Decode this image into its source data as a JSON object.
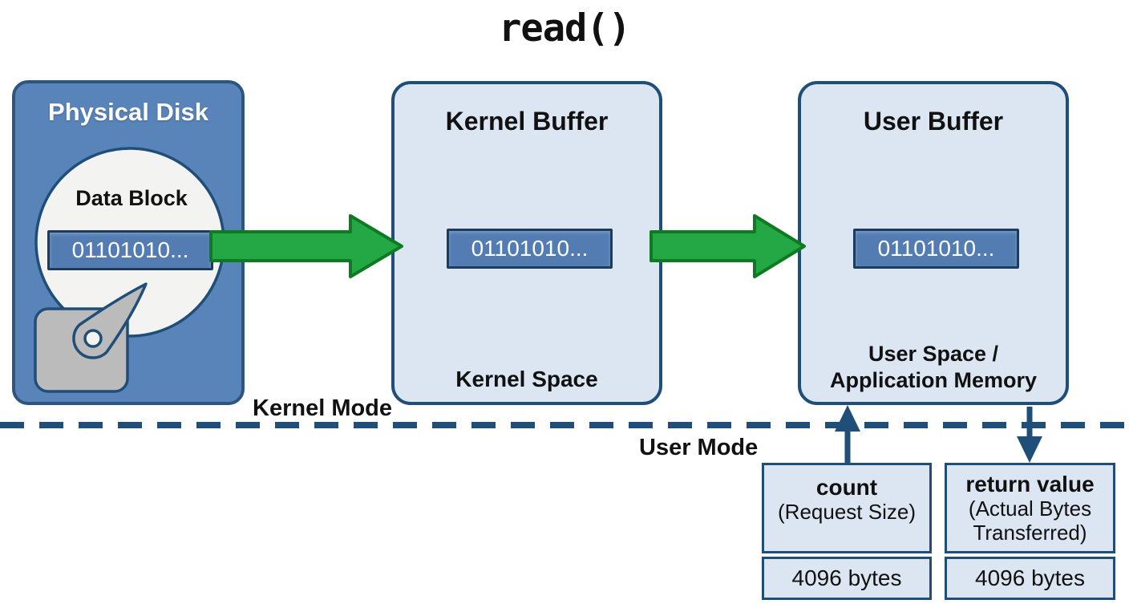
{
  "title": "read()",
  "colors": {
    "navy": "#1F4E79",
    "box_blue": "#5884BA",
    "strip_blue": "#527CB2",
    "strip_border": "#1C3C5E",
    "light_blue": "#DCE6F2",
    "green": "#23A845",
    "green_dark": "#0E7A22",
    "gray": "#BBBBBB",
    "platter": "#F3F3F1"
  },
  "physical_disk": {
    "title": "Physical Disk",
    "data_block_label": "Data Block",
    "data_bits": "01101010..."
  },
  "kernel_buffer": {
    "title": "Kernel Buffer",
    "data_bits": "01101010...",
    "space_label": "Kernel Space"
  },
  "user_buffer": {
    "title": "User Buffer",
    "data_bits": "01101010...",
    "space_label_line1": "User Space /",
    "space_label_line2": "Application Memory"
  },
  "mode_divider": {
    "above_label": "Kernel Mode",
    "below_label": "User Mode"
  },
  "count_box": {
    "name": "count",
    "description": "(Request Size)",
    "value": "4096 bytes"
  },
  "return_box": {
    "name": "return value",
    "description_line1": "(Actual Bytes",
    "description_line2": "Transferred)",
    "value": "4096 bytes"
  }
}
